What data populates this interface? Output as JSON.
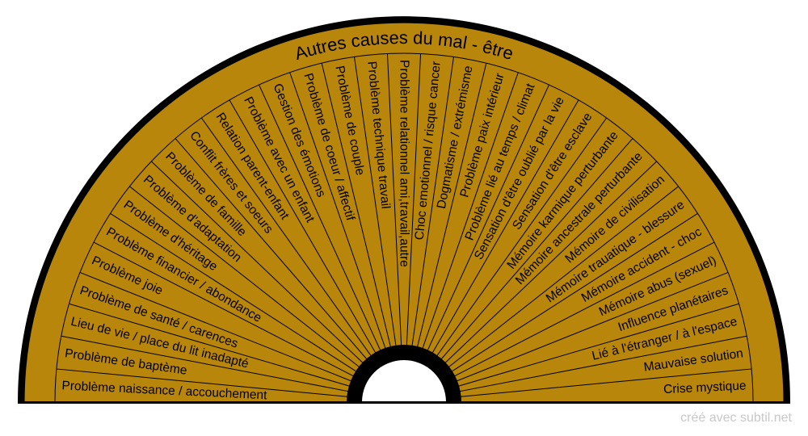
{
  "title": "Autres causes du mal - être",
  "colors": {
    "fill": "#b8860b",
    "stroke": "#000000",
    "text": "#000000",
    "center": "#ffffff"
  },
  "sectors": [
    "Problème naissance / accouchement",
    "Problème de baptème",
    "Lieu de vie / place du lit inadapté",
    "Problème de santé / carences",
    "Problème joie",
    "Problème financier / abondance",
    "Problème d'héritage",
    "Problème d'adaptation",
    "Problème de famille",
    "Conflit frères et soeurs",
    "Relation parent-enfant",
    "Problème avec un enfant",
    "Gestion des émotions",
    "Problème de coeur / affectif",
    "Problème de couple",
    "Problème technique travail",
    "Problème relationnel ami,travail,autre",
    "Choc emotionnel / risque cancer",
    "Dogmatisme / extrémisme",
    "Problème paix intérieur",
    "Problème lié au temps / climat",
    "Sensation d'être oublié par la vie",
    "Sensation d'être esclave",
    "Mémoire karmique perturbante",
    "Mémoire ancestrale perturbante",
    "Mémoire de civilisation",
    "Mémoire trauatique - blessure",
    "Mémoire accident - choc",
    "Mémoire abus (sexuel)",
    "Influence planétaires",
    "Lié à l'étranger / à l'espace",
    "Mauvaise solution",
    "Crise mystique"
  ],
  "credit": "créé avec subtil.net"
}
